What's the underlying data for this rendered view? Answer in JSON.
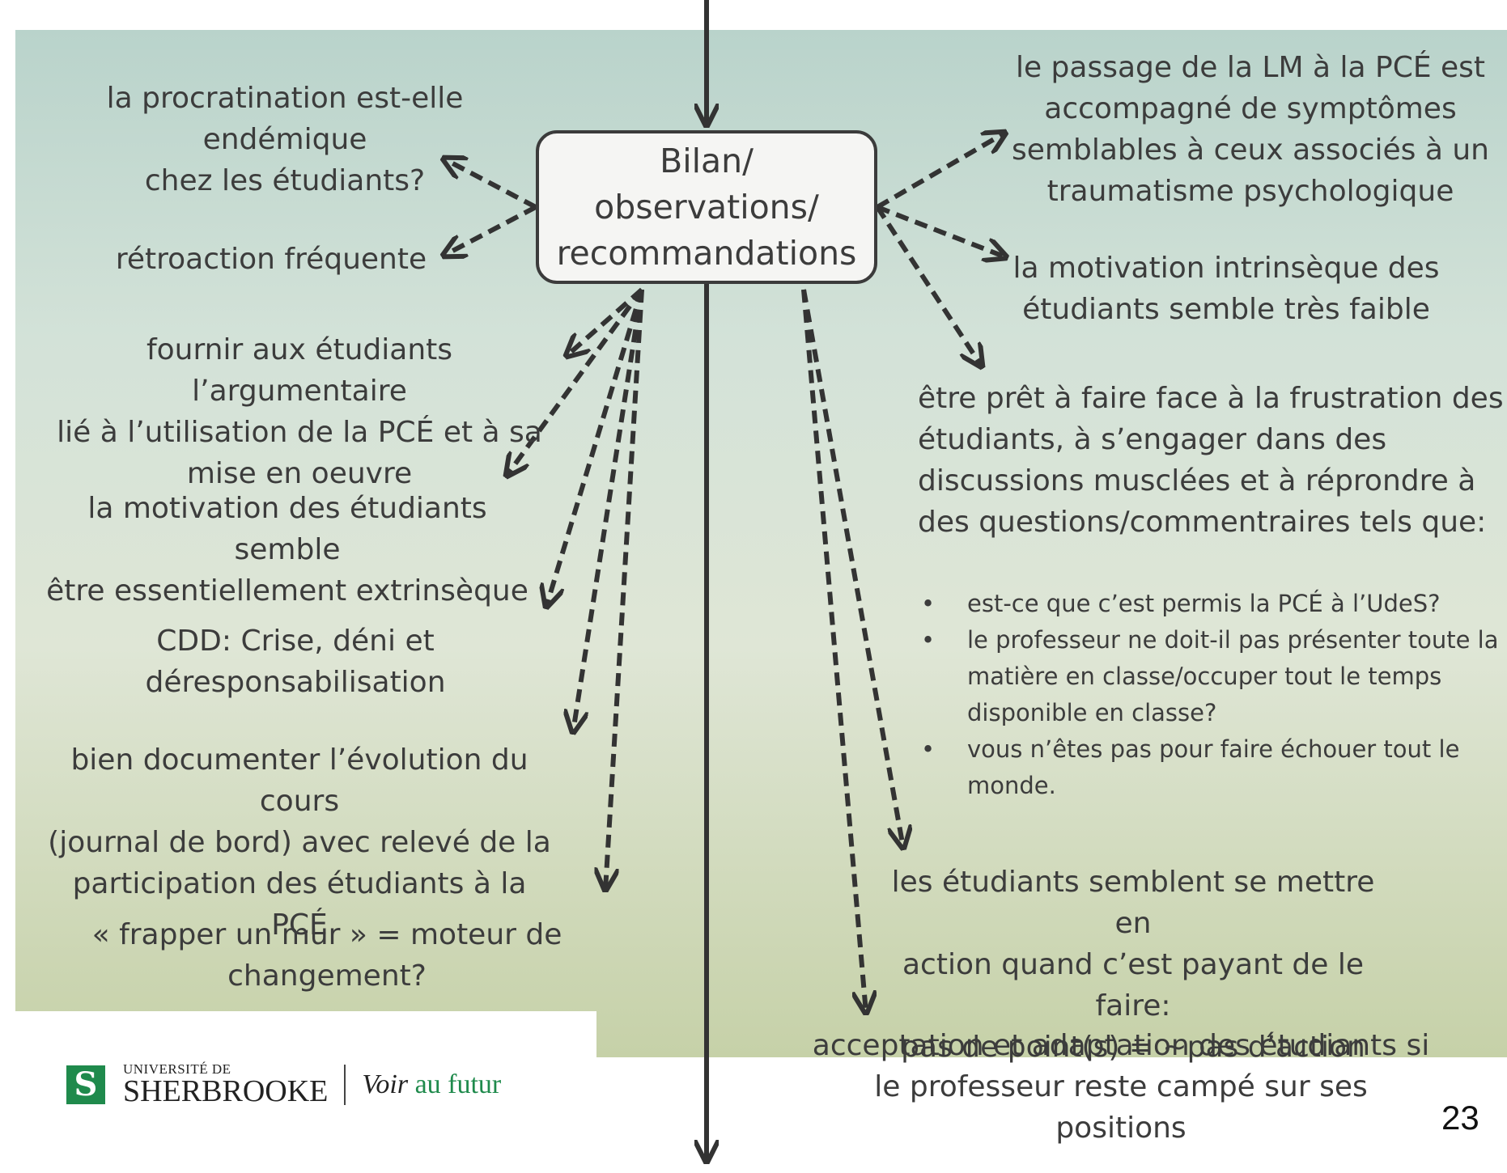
{
  "center": {
    "label": "Bilan/\nobservations/\nrecommandations"
  },
  "left_items": [
    "la procratination est-elle endémique\nchez les étudiants?",
    "rétroaction fréquente",
    "fournir aux étudiants l’argumentaire\nlié à l’utilisation de la PCÉ et à sa\nmise en oeuvre",
    "la motivation des étudiants semble\nêtre essentiellement extrinsèque",
    "CDD: Crise, déni et déresponsabilisation",
    "bien documenter l’évolution du cours\n(journal de bord) avec relevé de la\nparticipation des étudiants à la PCÉ",
    "« frapper un mur » = moteur de changement?"
  ],
  "right_items": [
    "le passage de la LM à la PCÉ est\naccompagné de symptômes\nsemblables à ceux associés à un\ntraumatisme psychologique",
    "la motivation intrinsèque des\nétudiants semble très faible",
    "être prêt à faire face à la frustration des\nétudiants, à s’engager dans des\ndiscussions musclées et à réprondre à\ndes questions/commentraires tels que:",
    "les étudiants semblent se mettre en\naction quand c’est payant de le faire:\npas de point(s) = ~pas d’action",
    "acceptation et adaptation des étudiants si\nle professeur reste campé sur ses positions"
  ],
  "bullets": [
    "est-ce que c’est permis la PCÉ à l’UdeS?",
    "le professeur ne doit-il pas présenter toute la matière en classe/occuper tout le temps disponible en classe?",
    "vous n’êtes pas pour faire échouer tout le monde."
  ],
  "logo": {
    "small": "UNIVERSITÉ DE",
    "big": "SHERBROOKE",
    "slogan_a": "Voir",
    "slogan_b": "au futur"
  },
  "page_number": "23",
  "colors": {
    "arrow": "#333333",
    "logo_green": "#1f8a4c",
    "box_fill": "#f5f5f3"
  }
}
